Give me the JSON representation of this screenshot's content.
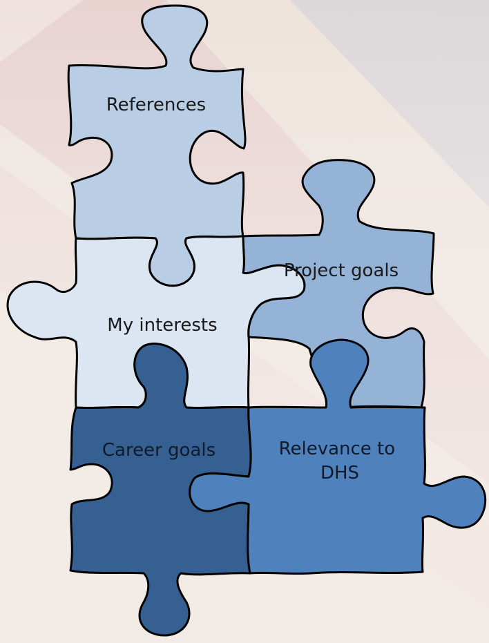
{
  "pieces": [
    {
      "id": "references",
      "label_lines": [
        "References"
      ],
      "fill": "#b9cde5",
      "text_color": "#1a1a1a"
    },
    {
      "id": "my-interests",
      "label_lines": [
        "My interests"
      ],
      "fill": "#dce6f2",
      "text_color": "#1a1a1a"
    },
    {
      "id": "project-goals",
      "label_lines": [
        "Project goals"
      ],
      "fill": "#95b3d7",
      "text_color": "#1a1a1a"
    },
    {
      "id": "career-goals",
      "label_lines": [
        "Career goals"
      ],
      "fill": "#376092",
      "text_color": "#0f1a2a"
    },
    {
      "id": "relevance",
      "label_lines": [
        "Relevance to",
        "DHS"
      ],
      "fill": "#4f81bd",
      "text_color": "#0f1a2a"
    }
  ],
  "outline_color": "#000000",
  "background_tones": [
    "#e9d9d4",
    "#d8c3c6",
    "#efd8d2",
    "#c9c6cf"
  ]
}
